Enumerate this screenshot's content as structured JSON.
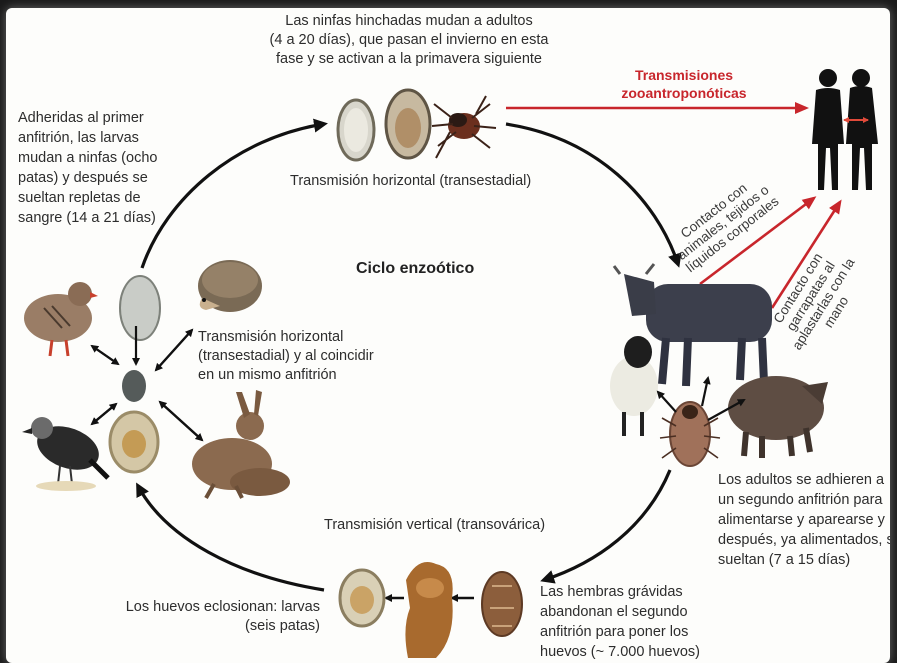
{
  "title": "Ciclo enzoótico",
  "zoonotic": {
    "title_line1": "Transmisiones",
    "title_line2": "zooantroponóticas"
  },
  "stages": {
    "top_line1": "Las ninfas hinchadas mudan a adultos",
    "top_line2": "(4 a 20 días), que pasan el invierno en esta",
    "top_line3": "fase y se activan a la primavera siguiente",
    "top_caption": "Transmisión horizontal (transestadial)",
    "left_line1": "Adheridas al primer",
    "left_line2": "anfitrión, las larvas",
    "left_line3": "mudan a ninfas (ocho",
    "left_line4": "patas) y después se",
    "left_line5": "sueltan repletas de",
    "left_line6": "sangre (14 a 21 días)",
    "middle_line1": "Transmisión horizontal",
    "middle_line2": "(transestadial) y al coincidir",
    "middle_line3": "en un mismo anfitrión",
    "right_line1": "Los adultos se adhieren a",
    "right_line2": "un segundo anfitrión para",
    "right_line3": "alimentarse y aparearse y",
    "right_line4": "después, ya alimentados, se",
    "right_line5": "sueltan (7 a 15 días)",
    "bottom_caption": "Transmisión vertical (transovárica)",
    "bottom_left_line1": "Los huevos eclosionan: larvas",
    "bottom_left_line2": "(seis patas)",
    "bottom_right_line1": "Las hembras grávidas",
    "bottom_right_line2": "abandonan el segundo",
    "bottom_right_line3": "anfitrión para poner los",
    "bottom_right_line4": "huevos (~ 7.000 huevos)"
  },
  "contacts": {
    "animals_line1": "Contacto con",
    "animals_line2": "animales, tejidos o",
    "animals_line3": "líquidos corporales",
    "ticks_line1": "Contacto con",
    "ticks_line2": "garrapatas al",
    "ticks_line3": "aplastarlas con la",
    "ticks_line4": "mano"
  },
  "colors": {
    "accent_red": "#c8262c",
    "cycle_arrow": "#111111",
    "text": "#2d2d2d"
  }
}
